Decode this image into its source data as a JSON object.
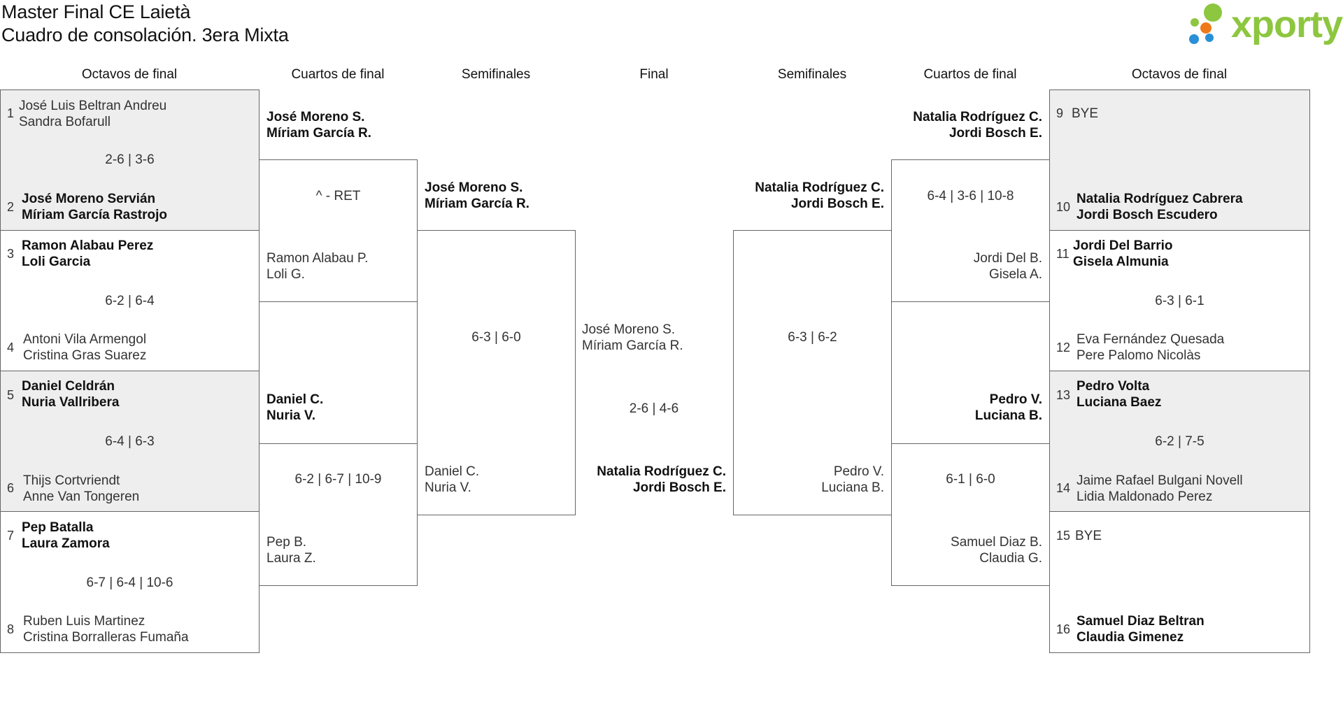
{
  "page": {
    "title": "Master Final CE Laietà",
    "subtitle": "Cuadro de consolación. 3era Mixta",
    "logo": "xporty",
    "colors": {
      "logo_green": "#8dc63f",
      "dot_blue": "#2a8fd6",
      "dot_orange": "#f07a1a",
      "dot_green": "#8dc63f",
      "shade": "#eeeeee",
      "border": "#666666"
    }
  },
  "headers": {
    "left_r16": "Octavos de final",
    "left_qf": "Cuartos de final",
    "left_sf": "Semifinales",
    "final": "Final",
    "right_sf": "Semifinales",
    "right_qf": "Cuartos de final",
    "right_r16": "Octavos de final"
  },
  "r16_left": [
    {
      "seed_a": "1",
      "a1": "José Luis Beltran Andreu",
      "a2": "Sandra Bofarull",
      "score": "2-6 | 3-6",
      "seed_b": "2",
      "b1": "José Moreno Servián",
      "b2": "Míriam García Rastrojo"
    },
    {
      "seed_a": "3",
      "a1": "Ramon Alabau Perez",
      "a2": "Loli Garcia",
      "score": "6-2 | 6-4",
      "seed_b": "4",
      "b1": "Antoni Vila Armengol",
      "b2": "Cristina Gras Suarez"
    },
    {
      "seed_a": "5",
      "a1": "Daniel Celdrán",
      "a2": "Nuria Vallribera",
      "score": "6-4 | 6-3",
      "seed_b": "6",
      "b1": "Thijs Cortvriendt",
      "b2": "Anne Van Tongeren"
    },
    {
      "seed_a": "7",
      "a1": "Pep Batalla",
      "a2": "Laura Zamora",
      "score": "6-7 | 6-4 | 10-6",
      "seed_b": "8",
      "b1": "Ruben Luis Martinez",
      "b2": "Cristina Borralleras Fumaña"
    }
  ],
  "qf_left": [
    {
      "a1": "José Moreno S.",
      "a2": "Míriam García R.",
      "score": "^ - RET",
      "b1": "Ramon Alabau P.",
      "b2": "Loli G."
    },
    {
      "a1": "Daniel C.",
      "a2": "Nuria V.",
      "score": "6-2 | 6-7 | 10-9",
      "b1": "Pep B.",
      "b2": "Laura Z."
    }
  ],
  "sf_left": {
    "a1": "José Moreno S.",
    "a2": "Míriam García R.",
    "score": "6-3 | 6-0",
    "b1": "Daniel C.",
    "b2": "Nuria V."
  },
  "final": {
    "a1": "José Moreno S.",
    "a2": "Míriam García R.",
    "score": "2-6 | 4-6",
    "b1": "Natalia Rodríguez C.",
    "b2": "Jordi Bosch E."
  },
  "sf_right": {
    "a1": "Natalia Rodríguez C.",
    "a2": "Jordi Bosch E.",
    "score": "6-3 | 6-2",
    "b1": "Pedro V.",
    "b2": "Luciana B."
  },
  "qf_right": [
    {
      "a1": "Natalia Rodríguez C.",
      "a2": "Jordi Bosch E.",
      "score": "6-4 | 3-6 | 10-8",
      "b1": "Jordi Del B.",
      "b2": "Gisela A."
    },
    {
      "a1": "Pedro V.",
      "a2": "Luciana B.",
      "score": "6-1 | 6-0",
      "b1": "Samuel Diaz B.",
      "b2": "Claudia G."
    }
  ],
  "r16_right": [
    {
      "seed_a": "9",
      "a1": "BYE",
      "a2": "",
      "score": "",
      "seed_b": "10",
      "b1": "Natalia Rodríguez Cabrera",
      "b2": "Jordi Bosch Escudero"
    },
    {
      "seed_a": "11",
      "a1": "Jordi Del Barrio",
      "a2": "Gisela Almunia",
      "score": "6-3 | 6-1",
      "seed_b": "12",
      "b1": "Eva Fernández Quesada",
      "b2": "Pere Palomo Nicolàs"
    },
    {
      "seed_a": "13",
      "a1": "Pedro Volta",
      "a2": "Luciana Baez",
      "score": "6-2 | 7-5",
      "seed_b": "14",
      "b1": "Jaime Rafael Bulgani Novell",
      "b2": "Lidia Maldonado Perez"
    },
    {
      "seed_a": "15",
      "a1": "BYE",
      "a2": "",
      "score": "",
      "seed_b": "16",
      "b1": "Samuel Diaz Beltran",
      "b2": "Claudia Gimenez"
    }
  ]
}
